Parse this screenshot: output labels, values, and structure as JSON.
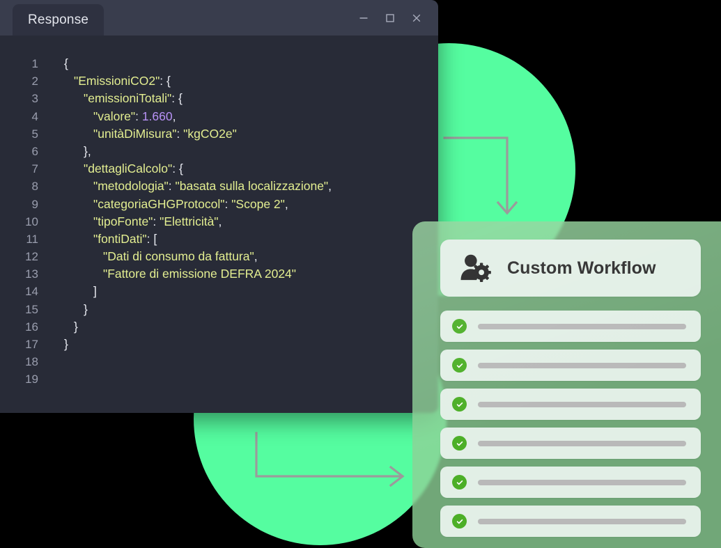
{
  "window": {
    "tab_label": "Response",
    "controls": [
      {
        "name": "minimize-button",
        "glyph": "minimize"
      },
      {
        "name": "maximize-button",
        "glyph": "maximize"
      },
      {
        "name": "close-button",
        "glyph": "close"
      }
    ],
    "background_color": "#282b37",
    "titlebar_color": "#393d4d"
  },
  "code": {
    "language": "json",
    "lines": [
      {
        "n": "1",
        "indent": 0,
        "html": "<span class='tok-punc'>{</span>"
      },
      {
        "n": "2",
        "indent": 1,
        "html": "<span class='tok-key'>\"EmissioniCO2\"</span><span class='tok-punc'>: {</span>"
      },
      {
        "n": "3",
        "indent": 2,
        "html": "<span class='tok-key'>\"emissioniTotali\"</span><span class='tok-punc'>: {</span>"
      },
      {
        "n": "4",
        "indent": 3,
        "html": "<span class='tok-key'>\"valore\"</span><span class='tok-punc'>: </span><span class='tok-num'>1.660</span><span class='tok-punc'>,</span>"
      },
      {
        "n": "5",
        "indent": 3,
        "html": "<span class='tok-key'>\"unitàDiMisura\"</span><span class='tok-punc'>: </span><span class='tok-str'>\"kgCO2e\"</span>"
      },
      {
        "n": "6",
        "indent": 2,
        "html": "<span class='tok-punc'>},</span>"
      },
      {
        "n": "7",
        "indent": 2,
        "html": "<span class='tok-key'>\"dettagliCalcolo\"</span><span class='tok-punc'>: {</span>"
      },
      {
        "n": "8",
        "indent": 3,
        "html": "<span class='tok-key'>\"metodologia\"</span><span class='tok-punc'>: </span><span class='tok-str'>\"basata sulla localizzazione\"</span><span class='tok-punc'>,</span>"
      },
      {
        "n": "9",
        "indent": 3,
        "html": "<span class='tok-key'>\"categoriaGHGProtocol\"</span><span class='tok-punc'>: </span><span class='tok-str'>\"Scope 2\"</span><span class='tok-punc'>,</span>"
      },
      {
        "n": "10",
        "indent": 3,
        "html": "<span class='tok-key'>\"tipoFonte\"</span><span class='tok-punc'>: </span><span class='tok-str'>\"Elettricità\"</span><span class='tok-punc'>,</span>"
      },
      {
        "n": "11",
        "indent": 3,
        "html": "<span class='tok-key'>\"fontiDati\"</span><span class='tok-punc'>: [</span>"
      },
      {
        "n": "12",
        "indent": 4,
        "html": "<span class='tok-str'>\"Dati di consumo da fattura\"</span><span class='tok-punc'>,</span>"
      },
      {
        "n": "13",
        "indent": 4,
        "html": "<span class='tok-str'>\"Fattore di emissione DEFRA 2024\"</span>"
      },
      {
        "n": "14",
        "indent": 3,
        "html": "<span class='tok-punc'>]</span>"
      },
      {
        "n": "15",
        "indent": 2,
        "html": "<span class='tok-punc'>}</span>"
      },
      {
        "n": "16",
        "indent": 1,
        "html": "<span class='tok-punc'>}</span>"
      },
      {
        "n": "17",
        "indent": 0,
        "html": "<span class='tok-punc'>}</span>"
      },
      {
        "n": "18",
        "indent": 0,
        "html": ""
      },
      {
        "n": "19",
        "indent": 0,
        "html": ""
      }
    ]
  },
  "workflow": {
    "title": "Custom Workflow",
    "icon": "user-gear-icon",
    "card_color": "#8dd196",
    "row_color": "#e2efe6",
    "check_color": "#4caf27",
    "rows": [
      {
        "checked": true,
        "label": ""
      },
      {
        "checked": true,
        "label": ""
      },
      {
        "checked": true,
        "label": ""
      },
      {
        "checked": true,
        "label": ""
      },
      {
        "checked": true,
        "label": ""
      },
      {
        "checked": true,
        "label": ""
      }
    ]
  },
  "decorations": {
    "circle_color": "#55fda0",
    "arrow_color": "#9b9b9b",
    "arrows": [
      {
        "name": "arrow-down-elbow",
        "direction": "down"
      },
      {
        "name": "arrow-right-elbow",
        "direction": "right"
      }
    ]
  }
}
